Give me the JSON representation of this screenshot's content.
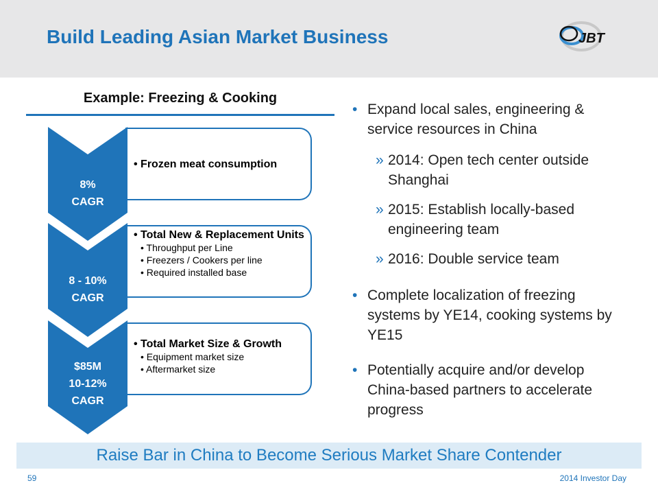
{
  "title": "Build Leading Asian Market Business",
  "logo_text": "JBT",
  "left": {
    "heading": "Example: Freezing & Cooking",
    "stages": [
      {
        "metric_lines": [
          "8%",
          "CAGR"
        ],
        "main": "Frozen meat consumption",
        "subs": []
      },
      {
        "metric_lines": [
          "8 - 10%",
          "CAGR"
        ],
        "main": "Total New & Replacement Units",
        "subs": [
          "Throughput  per Line",
          "Freezers / Cookers per line",
          "Required installed  base"
        ]
      },
      {
        "metric_lines": [
          "$85M",
          "10-12%",
          "CAGR"
        ],
        "main": "Total Market Size & Growth",
        "subs": [
          "Equipment market size",
          "Aftermarket size"
        ]
      }
    ]
  },
  "right": {
    "b1": "Expand local sales, engineering & service resources in China",
    "s1": "2014: Open tech center outside Shanghai",
    "s2": "2015: Establish locally-based engineering team",
    "s3": "2016: Double service team",
    "b2": "Complete localization of freezing systems by YE14, cooking systems by YE15",
    "b3": "Potentially acquire and/or develop China-based partners to accelerate progress",
    "bullet": "•",
    "sub_bullet": "»"
  },
  "banner": "Raise Bar in China to Become Serious Market Share Contender",
  "footer": {
    "page": "59",
    "event": "2014 Investor Day"
  },
  "colors": {
    "brand_blue": "#1f74b9",
    "banner_bg": "#dcebf6"
  }
}
